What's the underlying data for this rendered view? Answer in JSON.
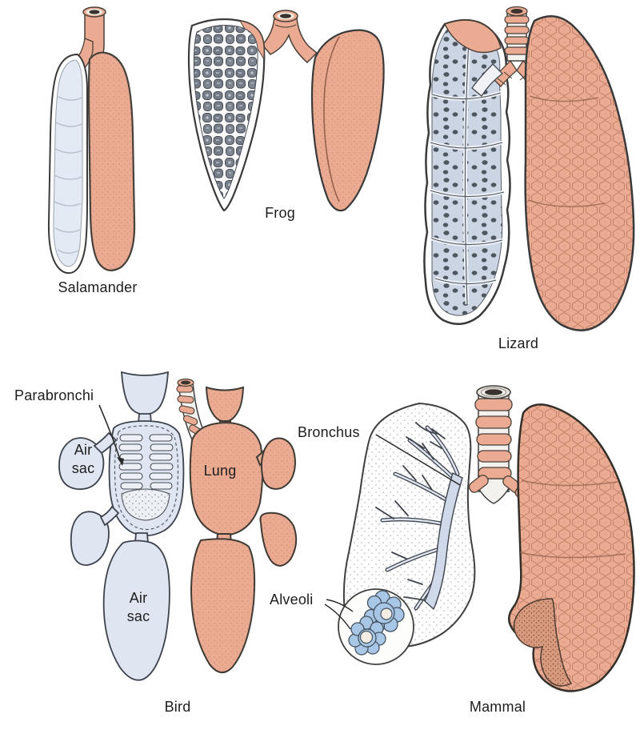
{
  "figure": {
    "background": "#ffffff",
    "panels": {
      "salamander": {
        "name": "Salamander"
      },
      "frog": {
        "name": "Frog"
      },
      "lizard": {
        "name": "Lizard"
      },
      "bird": {
        "name": "Bird",
        "labels": {
          "parabronchi": "Parabronchi",
          "air_sac_upper": "Air sac",
          "air_sac_lower": "Air sac",
          "lung": "Lung"
        }
      },
      "mammal": {
        "name": "Mammal",
        "labels": {
          "bronchus": "Bronchus",
          "alveoli": "Alveoli"
        }
      }
    },
    "colors": {
      "lung_pink": "#eaab92",
      "sac_blue": "#dfe6f2",
      "interior_blue_gray": "#ccd5e3",
      "alveoli_blue": "#a8c7e6",
      "frog_cell_gray": "#79818c",
      "outline": "#3a3a3a",
      "label_text": "#1d1d1d"
    }
  }
}
